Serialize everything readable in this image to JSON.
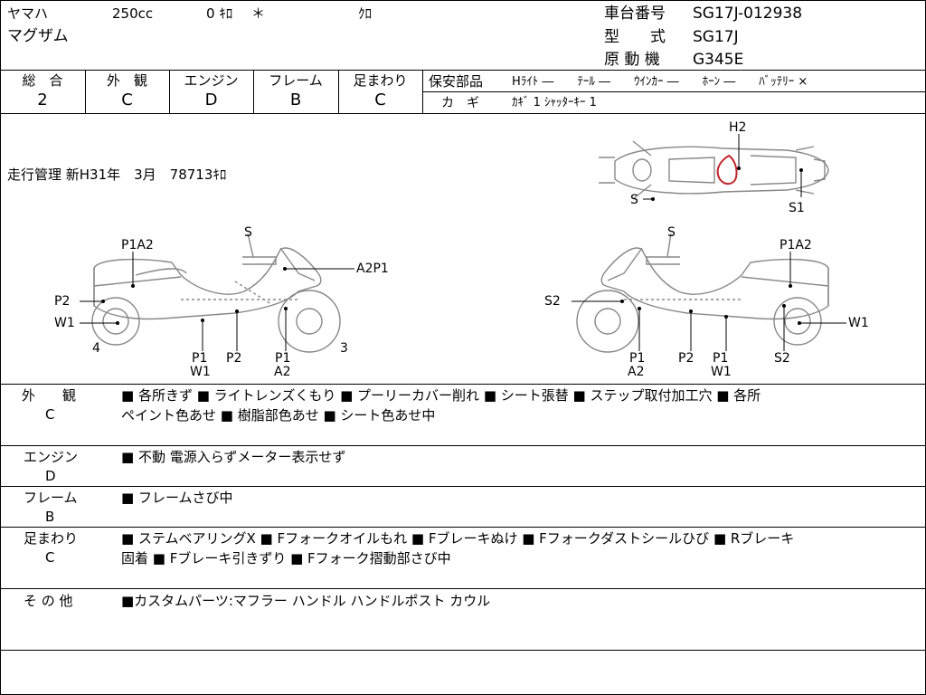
{
  "header": {
    "maker": "ヤマハ",
    "displacement": "250cc",
    "mileage_display": "0 ｷﾛ",
    "mileage_mark": "＊",
    "color": "ｸﾛ",
    "model_name": "マグザム",
    "chassis_label": "車台番号",
    "chassis_value": "SG17J-012938",
    "type_label": "型　　式",
    "type_value": "SG17J",
    "engine_label": "原 動 機",
    "engine_value": "G345E"
  },
  "grades": {
    "overall_label": "総　合",
    "overall_value": "2",
    "exterior_label": "外　観",
    "exterior_value": "C",
    "engine_label": "エンジン",
    "engine_value": "D",
    "frame_label": "フレーム",
    "frame_value": "B",
    "suspension_label": "足まわり",
    "suspension_value": "C"
  },
  "safety": {
    "label": "保安部品",
    "items": "Hﾗｲﾄ ―　　ﾃｰﾙ ―　　ｳｲﾝｶｰ ―　　ﾎｰﾝ ―　　ﾊﾞｯﾃﾘｰ ×",
    "key_label": "カ　ギ",
    "key_value": "ｶｷﾞ 1 ｼｬｯﾀｰｷｰ 1"
  },
  "diagram": {
    "mileage_mgmt": "走行管理 新H31年　3月　78713ｷﾛ",
    "top_labels": {
      "h2": "H2",
      "s": "S",
      "s1": "S1"
    },
    "left_labels": {
      "s": "S",
      "p1a2": "P1A2",
      "a2p1": "A2P1",
      "p2": "P2",
      "w1": "W1",
      "num4": "4",
      "num3": "3",
      "b1_top": "P1",
      "b1_bot": "W1",
      "b2": "P2",
      "b3_top": "P1",
      "b3_bot": "A2"
    },
    "right_labels": {
      "s": "S",
      "p1a2": "P1A2",
      "s2_left": "S2",
      "w1": "W1",
      "b1_top": "P1",
      "b1_bot": "A2",
      "b2": "P2",
      "b3_top": "P1",
      "b3_bot": "W1",
      "s2_bottom": "S2"
    }
  },
  "notes": {
    "exterior_label": "外　　観",
    "exterior_grade": "C",
    "exterior_line1": "■ 各所きず ■ ライトレンズくもり ■ プーリーカバー削れ ■ シート張替 ■ ステップ取付加工穴 ■ 各所",
    "exterior_line2": "ペイント色あせ ■ 樹脂部色あせ ■ シート色あせ中",
    "engine_label": "エンジン",
    "engine_grade": "D",
    "engine_line1": "■ 不動 電源入らずメーター表示せず",
    "frame_label": "フレーム",
    "frame_grade": "B",
    "frame_line1": "■ フレームさび中",
    "suspension_label": "足まわり",
    "suspension_grade": "C",
    "suspension_line1": "■ ステムベアリングX ■ Fフォークオイルもれ ■ Fブレーキぬけ ■ Fフォークダストシールひび ■ Rブレーキ",
    "suspension_line2": "固着 ■ Fブレーキ引きずり ■ Fフォーク摺動部さび中",
    "other_label": "そ の 他",
    "other_line1": "■カスタムパーツ:マフラー ハンドル ハンドルポスト カウル"
  }
}
